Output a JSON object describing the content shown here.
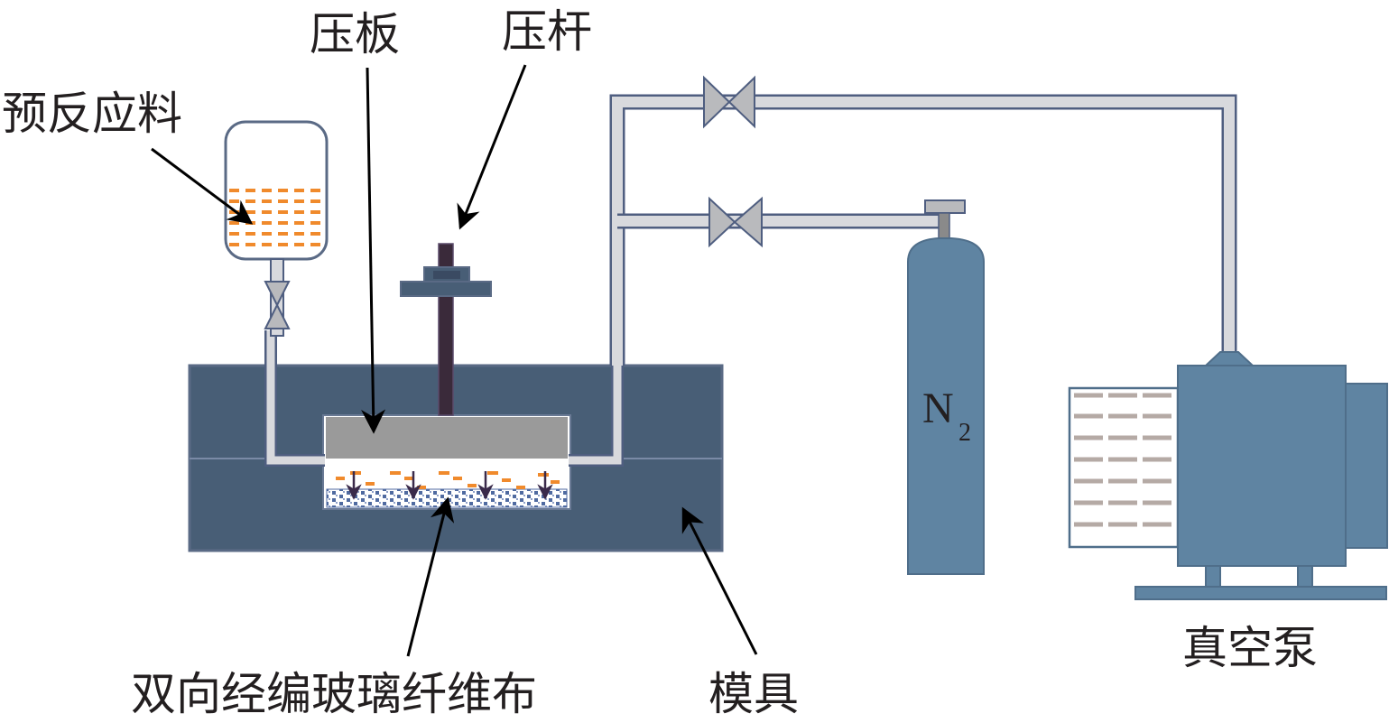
{
  "labels": {
    "preform_resin": "预反应料",
    "press_plate": "压板",
    "press_rod": "压杆",
    "fabric": "双向经编玻璃纤维布",
    "mold": "模具",
    "vacuum_pump": "真空泵",
    "gas_symbol": "N",
    "gas_subscript": "2"
  },
  "colors": {
    "mold": "#485e76",
    "mold_outline": "#5a6a85",
    "pipe_fill": "#d8d9dd",
    "pipe_outline": "#4f5e80",
    "valve": "#b9babd",
    "plate": "#9a9a9a",
    "rod": "#3a2a3a",
    "resin": "#f08a2c",
    "cylinder": "#5f84a2",
    "pump": "#5f84a2",
    "fins": "#b5aaa5",
    "arrow": "#000000",
    "label": "#231f20"
  }
}
